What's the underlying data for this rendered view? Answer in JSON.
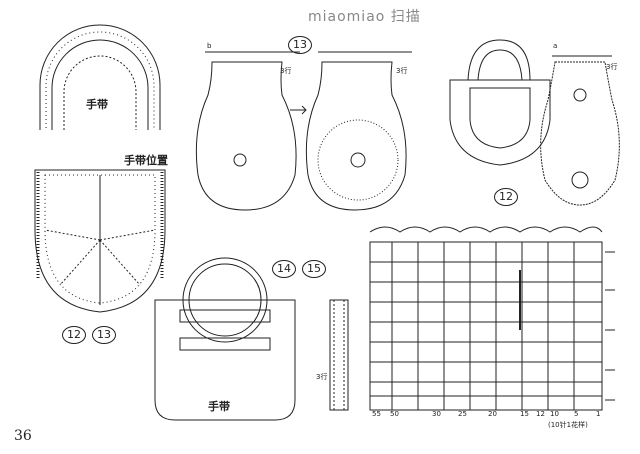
{
  "watermark": "miaomiao 扫描",
  "page_number": "36",
  "handle_label": "手带",
  "handle_position_label": "手带位置",
  "bag_label": "手带",
  "rows_label": "3行",
  "figure_nums": {
    "f13_top": "13",
    "f12_left": "12",
    "f13_left": "13",
    "f12_right": "12",
    "f14": "14",
    "f15": "15"
  },
  "letters": {
    "b": "b",
    "a": "a"
  },
  "chart": {
    "repeat_note": "(10针1花样)",
    "col_ticks": [
      "55",
      "50",
      "30",
      "25",
      "20",
      "15",
      "12",
      "10",
      "5",
      "1"
    ]
  },
  "colors": {
    "line": "#222222",
    "fill": "#ffffff"
  }
}
